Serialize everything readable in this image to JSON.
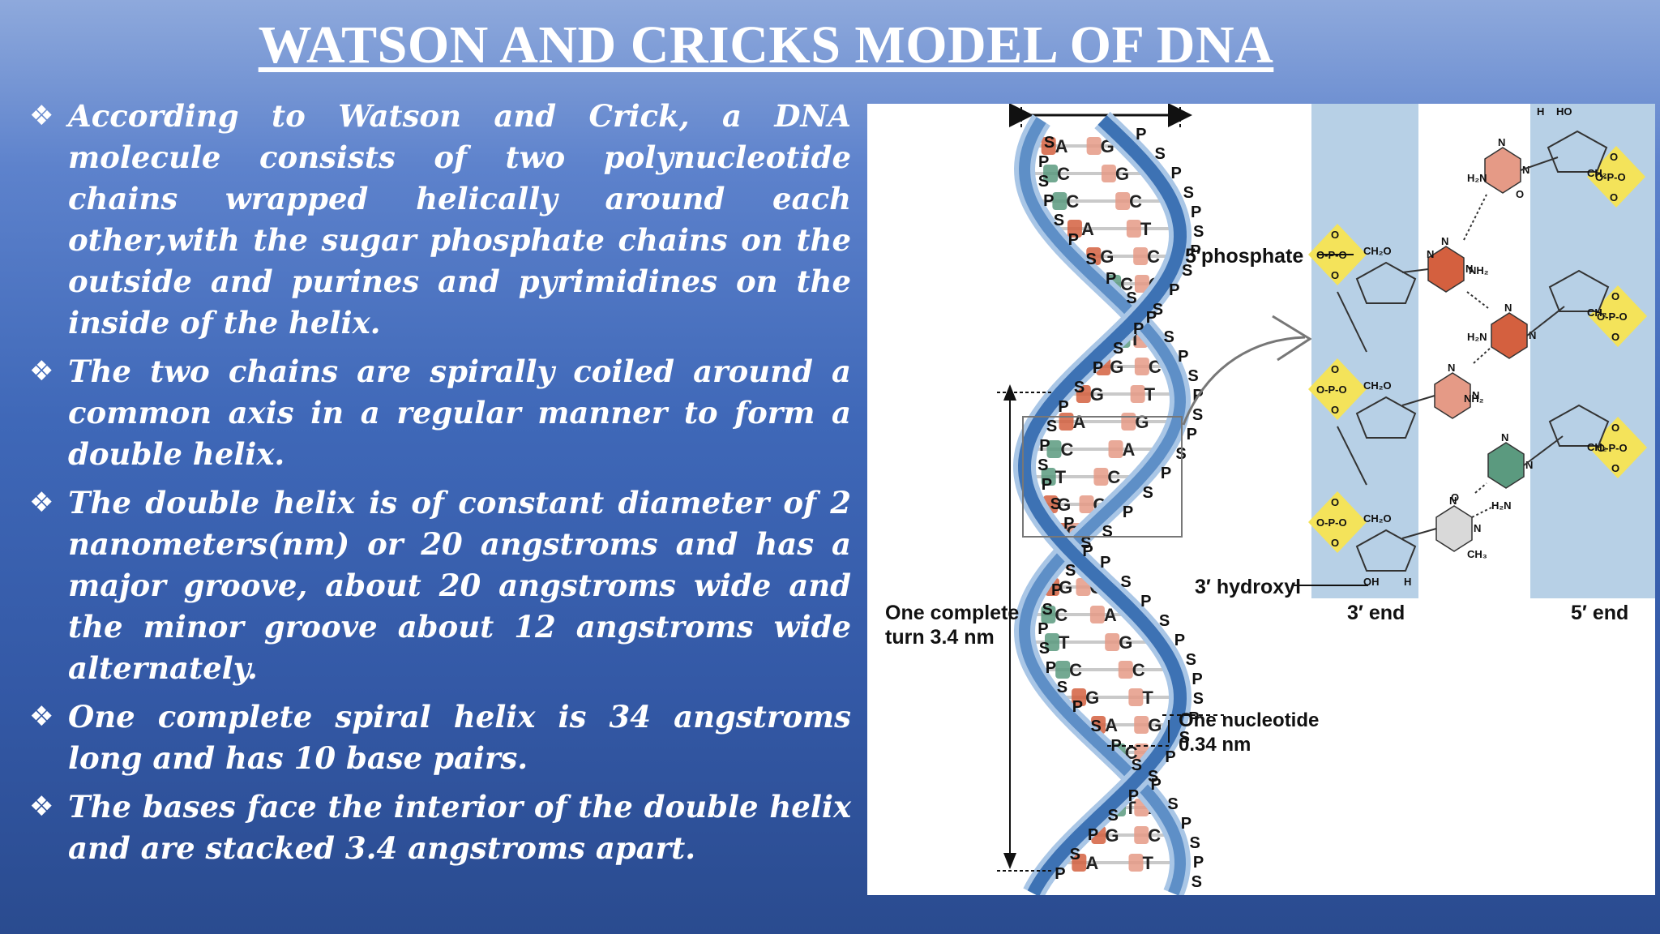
{
  "slide": {
    "title": "WATSON AND CRICKS MODEL OF DNA",
    "bullet_icon": "diamond-bullet-icon",
    "bullets": [
      "According to Watson and Crick, a  DNA molecule consists of two polynucleotide chains wrapped helically around each other,with the sugar phosphate chains on the outside and purines and pyrimidines on the inside of the helix.",
      "The two chains are spirally coiled around a common axis in a regular manner to form a double helix.",
      "The double helix is of constant diameter of 2 nanometers(nm) or 20 angstroms and has a major groove, about 20 angstroms wide and the minor groove about 12 angstroms wide alternately.",
      "One complete spiral helix is 34 angstroms long and has 10 base pairs.",
      "The bases face the interior of the double helix and are stacked 3.4 angstroms apart."
    ]
  },
  "figure": {
    "labels": {
      "five_phosphate": "5′phosphate",
      "three_hydroxyl": "3′ hydroxyl",
      "three_end": "3′ end",
      "five_end": "5′ end",
      "turn": [
        "One complete",
        "turn 3.4 nm"
      ],
      "nucleotide": [
        "One nucleotide",
        "0.34 nm"
      ]
    },
    "helix_letters": {
      "p": "P",
      "s": "S",
      "bases": [
        "A",
        "G",
        "C",
        "G",
        "C",
        "C",
        "A",
        "T",
        "G",
        "C",
        "C",
        "G",
        "T",
        "A",
        "G",
        "C",
        "G",
        "T",
        "A",
        "G",
        "C",
        "A",
        "T",
        "C",
        "G",
        "C",
        "G"
      ]
    },
    "chem": {
      "phosphate": "O-P-O",
      "o": "O",
      "ch2": "CH₂",
      "ch2o": "CH₂O",
      "h": "H",
      "ho": "HO",
      "oh": "OH",
      "n": "N",
      "h2n": "H₂N",
      "nh2": "NH₂",
      "ch3": "CH₃"
    },
    "colors": {
      "backbone": "#3d72b4",
      "backbone_light": "#a9c6e6",
      "purine": "#d4603f",
      "pyrimidine": "#e59a86",
      "adenine_green": "#5b9a7f",
      "phosphate_yellow": "#f4e35a",
      "strand_panel": "#b7d0e6"
    }
  }
}
